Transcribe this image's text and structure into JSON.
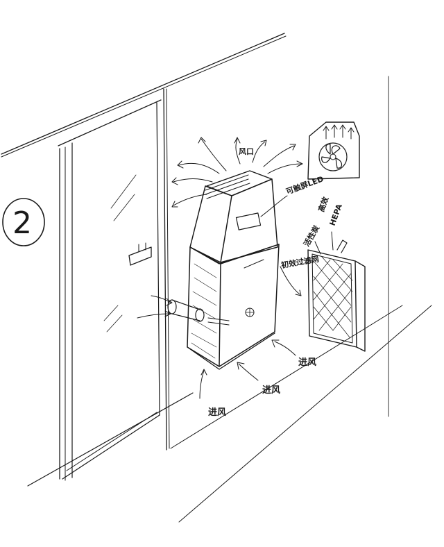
{
  "sketch": {
    "step_number": "2",
    "labels": {
      "air_outlet": "风口",
      "led_display": "可触屏LED",
      "filter_high_efficiency_1": "高效",
      "filter_high_efficiency_2": "HEPA",
      "filter_activated_carbon": "活性炭",
      "filter_primary": "初效过滤网",
      "intake_right": "进风",
      "intake_middle": "进风",
      "intake_left": "进风"
    },
    "colors": {
      "ink": "#1a1a1a",
      "paper": "#ffffff"
    }
  }
}
